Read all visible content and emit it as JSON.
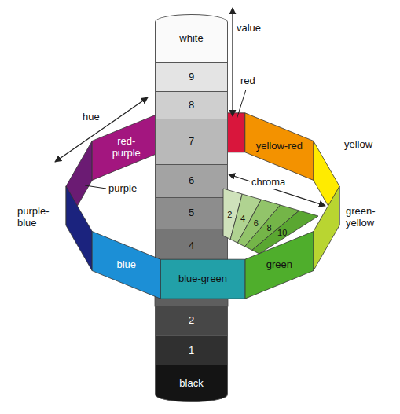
{
  "diagram": {
    "nodes": [
      {
        "text": [
          "white"
        ]
      },
      {
        "text": [
          "9"
        ]
      },
      {
        "text": [
          "8"
        ]
      },
      {
        "text": [
          "7"
        ]
      },
      {
        "text": [
          "6"
        ]
      },
      {
        "text": [
          "5"
        ]
      },
      {
        "text": [
          "4"
        ]
      },
      {
        "text": [
          "2"
        ]
      },
      {
        "text": [
          "1"
        ]
      },
      {
        "text": [
          "black"
        ]
      },
      {
        "text": [
          "red-purple"
        ]
      },
      {
        "text": [
          "yellow-red"
        ]
      },
      {
        "text": [
          "green"
        ]
      },
      {
        "text": [
          "blue-green"
        ]
      },
      {
        "text": [
          "blue"
        ]
      },
      {
        "text": [
          "2"
        ]
      },
      {
        "text": [
          "4"
        ]
      },
      {
        "text": [
          "6"
        ]
      },
      {
        "text": [
          "8"
        ]
      },
      {
        "text": [
          "10"
        ]
      }
    ],
    "labels": [
      "value",
      "red",
      "hue",
      "yellow",
      "chroma",
      "purple",
      "purple-blue",
      "green-yellow"
    ]
  }
}
